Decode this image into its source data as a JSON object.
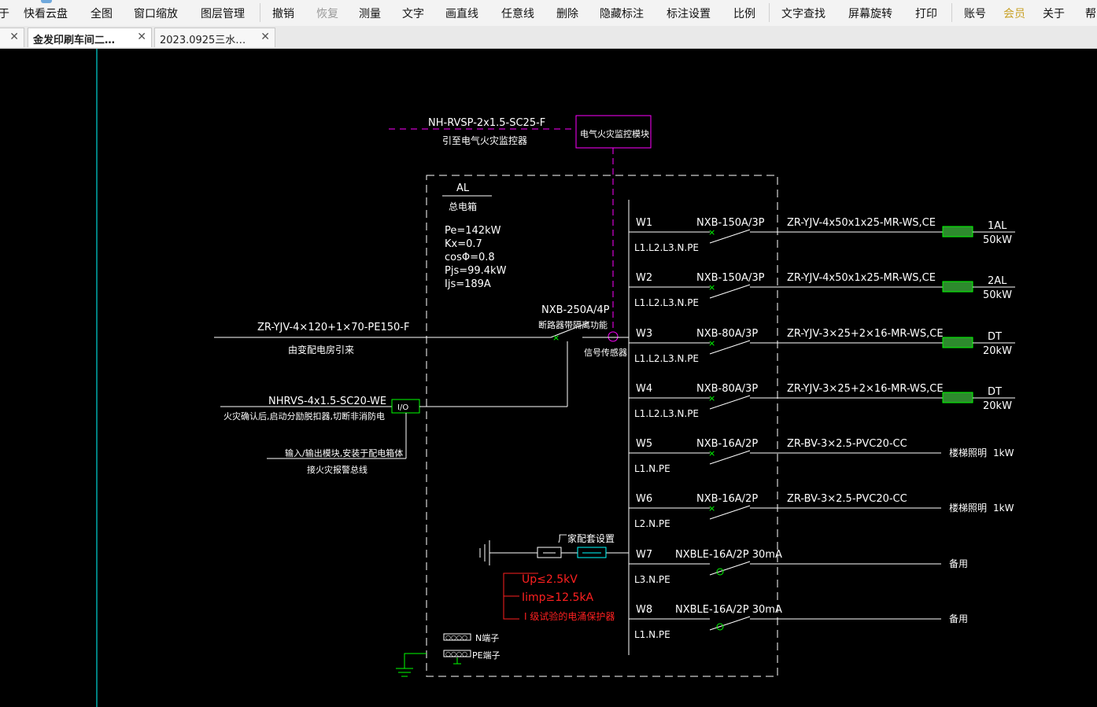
{
  "toolbar": {
    "items": [
      "快看云盘",
      "全图",
      "窗口缩放",
      "图层管理",
      "撤销",
      "恢复",
      "测量",
      "文字",
      "画直线",
      "任意线",
      "删除",
      "隐藏标注",
      "标注设置",
      "比例",
      "文字查找",
      "屏幕旋转",
      "打印",
      "账号",
      "会员",
      "关于",
      "帮"
    ],
    "partial_left": "于"
  },
  "tabs": [
    {
      "label": "",
      "close": "✕"
    },
    {
      "label": "金发印刷车间二…",
      "close": "✕"
    },
    {
      "label": "2023.0925三水…",
      "close": "✕"
    }
  ],
  "colors": {
    "line": "#ffffff",
    "green": "#00ff00",
    "magenta": "#ff00ff",
    "cyan": "#00ffff",
    "red": "#ff2020",
    "hatch": "#2d8a2d"
  },
  "drawing": {
    "fire_monitor": {
      "cable": "NH-RVSP-2x1.5-SC25-F",
      "cable_note": "引至电气火灾监控器",
      "box_label": "电气火灾监控模块"
    },
    "panel": {
      "name": "AL",
      "sub": "总电箱",
      "params": [
        "Pe=142kW",
        "Kx=0.7",
        "cosΦ=0.8",
        "Pjs=99.4kW",
        "Ijs=189A"
      ]
    },
    "incoming": {
      "cable": "ZR-YJV-4×120+1×70-PE150-F",
      "note": "由变配电房引来",
      "breaker": "NXB-250A/4P",
      "breaker_note": "断路器带隔离功能",
      "sensor": "信号传感器"
    },
    "fire_link": {
      "cable": "NHRVS-4x1.5-SC20-WE",
      "note": "火灾确认后,启动分励脱扣器,切断非消防电",
      "io": "I/O",
      "module_note1": "输入/输出模块,安装于配电箱体",
      "module_note2": "接火灾报警总线"
    },
    "circuits": [
      {
        "id": "W1",
        "breaker": "NXB-150A/3P",
        "phase": "L1.L2.L3.N.PE",
        "cable": "ZR-YJV-4x50x1x25-MR-WS,CE",
        "load": "1AL",
        "power": "50kW"
      },
      {
        "id": "W2",
        "breaker": "NXB-150A/3P",
        "phase": "L1.L2.L3.N.PE",
        "cable": "ZR-YJV-4x50x1x25-MR-WS,CE",
        "load": "2AL",
        "power": "50kW"
      },
      {
        "id": "W3",
        "breaker": "NXB-80A/3P",
        "phase": "L1.L2.L3.N.PE",
        "cable": "ZR-YJV-3×25+2×16-MR-WS,CE",
        "load": "DT",
        "power": "20kW"
      },
      {
        "id": "W4",
        "breaker": "NXB-80A/3P",
        "phase": "L1.L2.L3.N.PE",
        "cable": "ZR-YJV-3×25+2×16-MR-WS,CE",
        "load": "DT",
        "power": "20kW"
      },
      {
        "id": "W5",
        "breaker": "NXB-16A/2P",
        "phase": "L1.N.PE",
        "cable": "ZR-BV-3×2.5-PVC20-CC",
        "load": "楼梯照明",
        "power": "1kW"
      },
      {
        "id": "W6",
        "breaker": "NXB-16A/2P",
        "phase": "L2.N.PE",
        "cable": "ZR-BV-3×2.5-PVC20-CC",
        "load": "楼梯照明",
        "power": "1kW"
      },
      {
        "id": "W7",
        "breaker": "NXBLE-16A/2P 30mA",
        "phase": "L3.N.PE",
        "cable": "",
        "load": "备用",
        "power": ""
      },
      {
        "id": "W8",
        "breaker": "NXBLE-16A/2P 30mA",
        "phase": "L1.N.PE",
        "cable": "",
        "load": "备用",
        "power": ""
      }
    ],
    "spd": {
      "label": "厂家配套设置",
      "up": "Up≤2.5kV",
      "iimp": "Iimp≥12.5kA",
      "note": "I 级试验的电涌保护器"
    },
    "terminals": {
      "n": "N端子",
      "pe": "PE端子"
    }
  }
}
